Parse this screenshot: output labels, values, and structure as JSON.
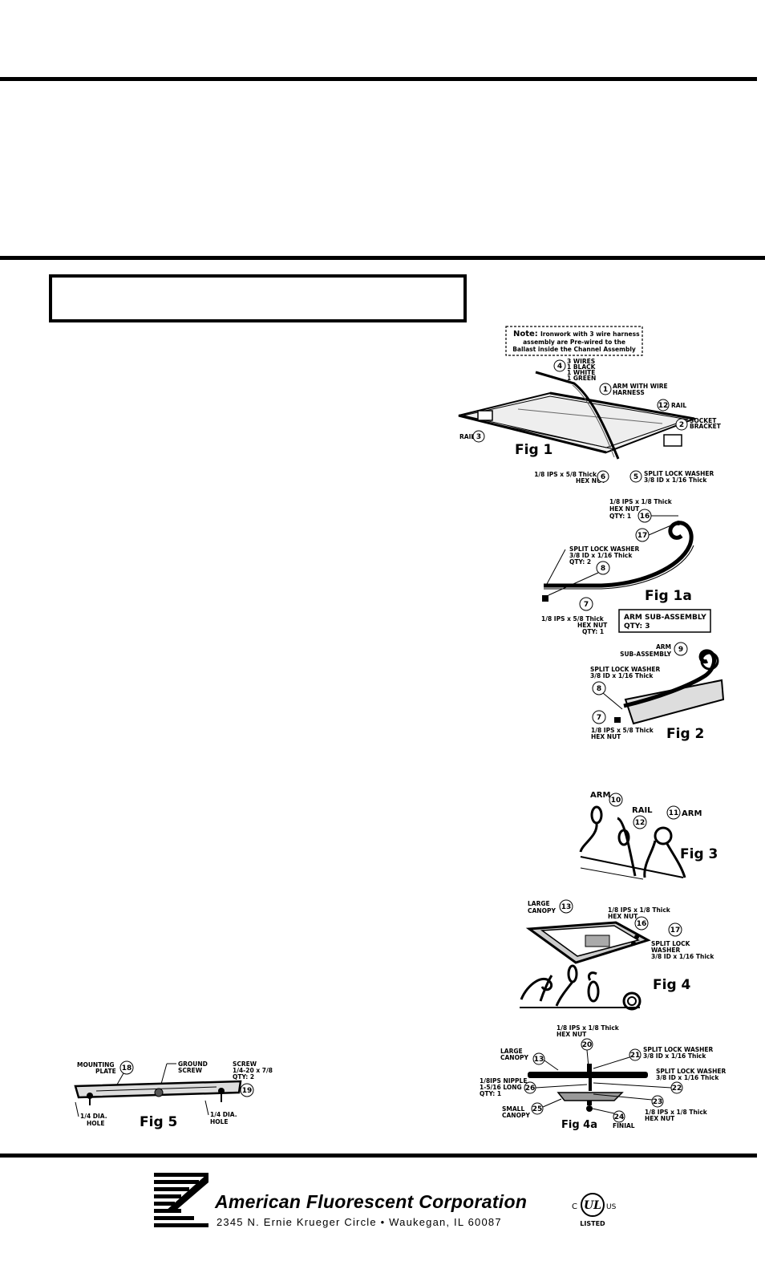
{
  "fig1": {
    "note_bold": "Note:",
    "note_line1": "Ironwork with 3 wire harness",
    "note_line2": "assembly are Pre-wired to the",
    "note_line3": "Ballast inside the Channel Assembly",
    "n4": "4",
    "wires_1": "3 WIRES",
    "wires_2": "1 BLACK",
    "wires_3": "1 WHITE",
    "wires_4": "1 GREEN",
    "n1": "1",
    "arm_1": "ARM WITH WIRE",
    "arm_2": "HARNESS",
    "n12": "12",
    "rail_r": "RAIL",
    "n2": "2",
    "socket_1": "SOCKET",
    "socket_2": "BRACKET",
    "rail_l": "RAIL",
    "n3": "3",
    "title": "Fig 1",
    "hex_1": "1/8 IPS x 5/8 Thick",
    "hex_2": "HEX NUT",
    "n6": "6",
    "n5": "5",
    "slw_1": "SPLIT LOCK WASHER",
    "slw_2": "3/8 ID x 1/16 Thick"
  },
  "fig1a": {
    "hex_1": "1/8 IPS x 1/8 Thick",
    "hex_2": "HEX NUT",
    "hex_3": "QTY: 1",
    "n16": "16",
    "n17": "17",
    "slw_1": "SPLIT LOCK WASHER",
    "slw_2": "3/8 ID x 1/16 Thick",
    "slw_3": "QTY: 2",
    "n8": "8",
    "title": "Fig 1a",
    "n7": "7",
    "hex2_1": "1/8 IPS x 5/8 Thick",
    "hex2_2": "HEX NUT",
    "hex2_3": "QTY: 1",
    "sub_1": "ARM SUB-ASSEMBLY",
    "sub_2": "QTY: 3"
  },
  "fig2": {
    "arm_1": "ARM",
    "arm_2": "SUB-ASSEMBLY",
    "n9": "9",
    "slw_1": "SPLIT LOCK WASHER",
    "slw_2": "3/8 ID x 1/16 Thick",
    "n8": "8",
    "n7": "7",
    "hex_1": "1/8 IPS x 5/8 Thick",
    "hex_2": "HEX NUT",
    "title": "Fig 2"
  },
  "fig3": {
    "arm_l": "ARM",
    "n10": "10",
    "rail": "RAIL",
    "n12": "12",
    "n11": "11",
    "arm_r": "ARM",
    "title": "Fig 3"
  },
  "fig4": {
    "canopy_1": "LARGE",
    "canopy_2": "CANOPY",
    "n13": "13",
    "hex_1": "1/8 IPS x 1/8 Thick",
    "hex_2": "HEX NUT",
    "n16": "16",
    "n17": "17",
    "slw_1": "SPLIT LOCK",
    "slw_2": "WASHER",
    "slw_3": "3/8 ID x 1/16 Thick",
    "title": "Fig 4"
  },
  "fig4a": {
    "hex_1": "1/8 IPS x 1/8 Thick",
    "hex_2": "HEX NUT",
    "n20": "20",
    "canopy_1": "LARGE",
    "canopy_2": "CANOPY",
    "n13": "13",
    "n21": "21",
    "slw_1": "SPLIT LOCK WASHER",
    "slw_2": "3/8 ID x 1/16 Thick",
    "slw2_1": "SPLIT LOCK WASHER",
    "slw2_2": "3/8 ID x 1/16 Thick",
    "n22": "22",
    "nip_1": "1/8IPS NIPPLE",
    "nip_2": "1-5/16 LONG",
    "nip_3": "QTY: 1",
    "n26": "26",
    "n23": "23",
    "hex2_1": "1/8 IPS x 1/8 Thick",
    "hex2_2": "HEX NUT",
    "sc_1": "SMALL",
    "sc_2": "CANOPY",
    "n25": "25",
    "n24": "24",
    "finial": "FINIAL",
    "title": "Fig 4a"
  },
  "fig5": {
    "mp_1": "MOUNTING",
    "mp_2": "PLATE",
    "n18": "18",
    "gs_1": "GROUND",
    "gs_2": "SCREW",
    "sc_1": "SCREW",
    "sc_2": "1/4-20 x 7/8",
    "sc_3": "QTY:  2",
    "n19": "19",
    "hole_l1": "1/4 DIA.",
    "hole_l2": "HOLE",
    "hole_r1": "1/4 DIA.",
    "hole_r2": "HOLE",
    "title": "Fig 5"
  },
  "footer": {
    "company": "American Fluorescent Corporation",
    "address": "2345 N. Ernie Krueger Circle • Waukegan, IL  60087",
    "ul_c": "C",
    "ul_us": "US",
    "ul_mark": "UL",
    "ul_listed": "LISTED"
  }
}
